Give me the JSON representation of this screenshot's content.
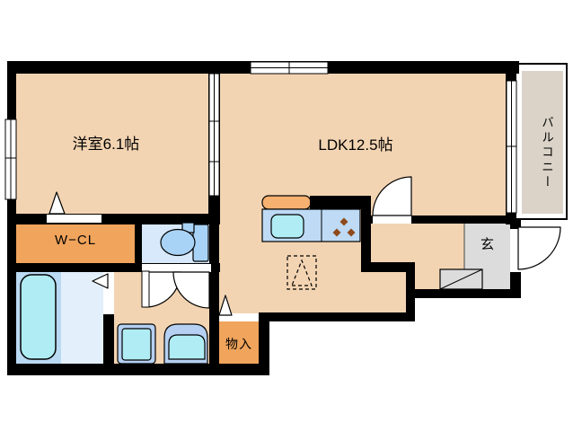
{
  "floor_plan": {
    "rooms": {
      "western_room": {
        "label": "洋室6.1帖"
      },
      "ldk": {
        "label": "LDK12.5帖"
      },
      "balcony": {
        "label": "バルコニー"
      },
      "walk_in_closet": {
        "label": "W−CL"
      },
      "entrance": {
        "label": "玄"
      },
      "storage": {
        "label": "物入"
      }
    },
    "fixtures": [
      "bathtub-icon",
      "toilet-icon",
      "kitchen-sink-icon",
      "stove-burners-icon",
      "refrigerator-dashed-icon",
      "washing-machine-icon",
      "vanity-sink-icon",
      "shoe-cabinet-icon",
      "door-swing-icon",
      "sliding-window-icon",
      "folding-door-triangle-icon"
    ]
  },
  "colors": {
    "floor_peach": "#f3d4b2",
    "accent_orange": "#f0a45c",
    "counter_edge_orange": "#f6b070",
    "counter_blue": "#bedaf5",
    "fixture_cyan": "#b0ecf3",
    "pan_blue": "#b5d0f2",
    "toilet_room_blue": "#d7e9fb",
    "toilet_fixture_blue": "#a9d3f6",
    "tub_zone_blue": "#bad9f3",
    "bath_floor_blue": "#e3f0fc",
    "entrance_gray": "#dcdcdc",
    "balcony_gray": "#dbd3c8",
    "burner_brown": "#8e4a1c",
    "wall_black": "#000000"
  }
}
